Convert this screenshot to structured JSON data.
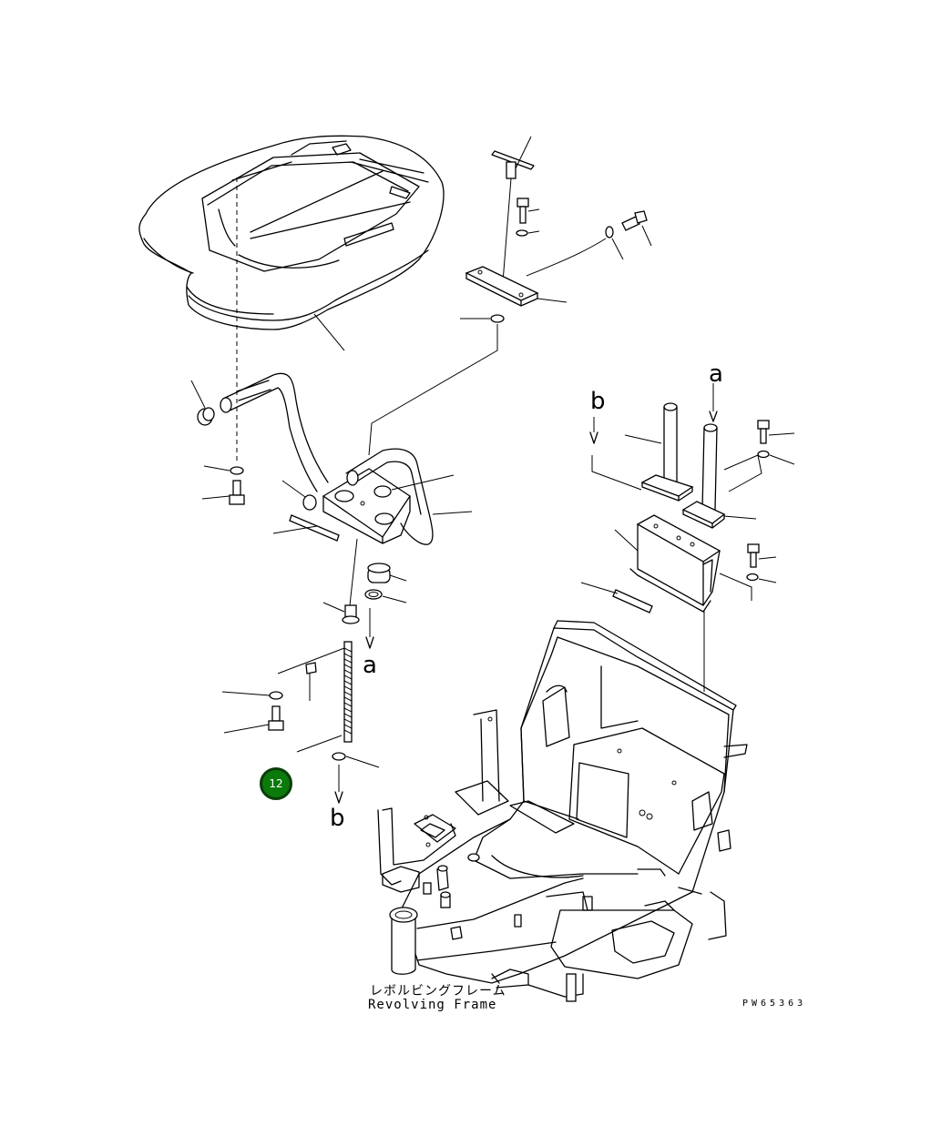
{
  "figure": {
    "callout_label": "12",
    "callout_color": "#0a7a0a",
    "letters": [
      "a",
      "b",
      "a",
      "b"
    ],
    "frame_label_jp": "レボルビングフレーム",
    "frame_label_en": "Revolving Frame",
    "drawing_number": "PW65363"
  }
}
